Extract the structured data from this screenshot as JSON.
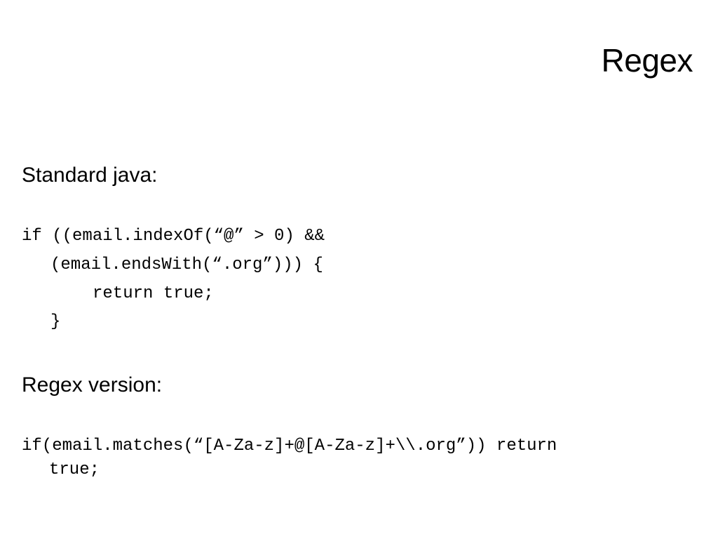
{
  "slide": {
    "title": "Regex",
    "section1": {
      "heading": "Standard java:",
      "code_lines": [
        "if ((email.indexOf(“@” > 0) &&",
        "(email.endsWith(“.org”))) {",
        "return true;",
        "}"
      ]
    },
    "section2": {
      "heading": "Regex version:",
      "code_lines": [
        "if(email.matches(“[A-Za-z]+@[A-Za-z]+\\\\.org”)) return",
        "true;"
      ]
    }
  }
}
